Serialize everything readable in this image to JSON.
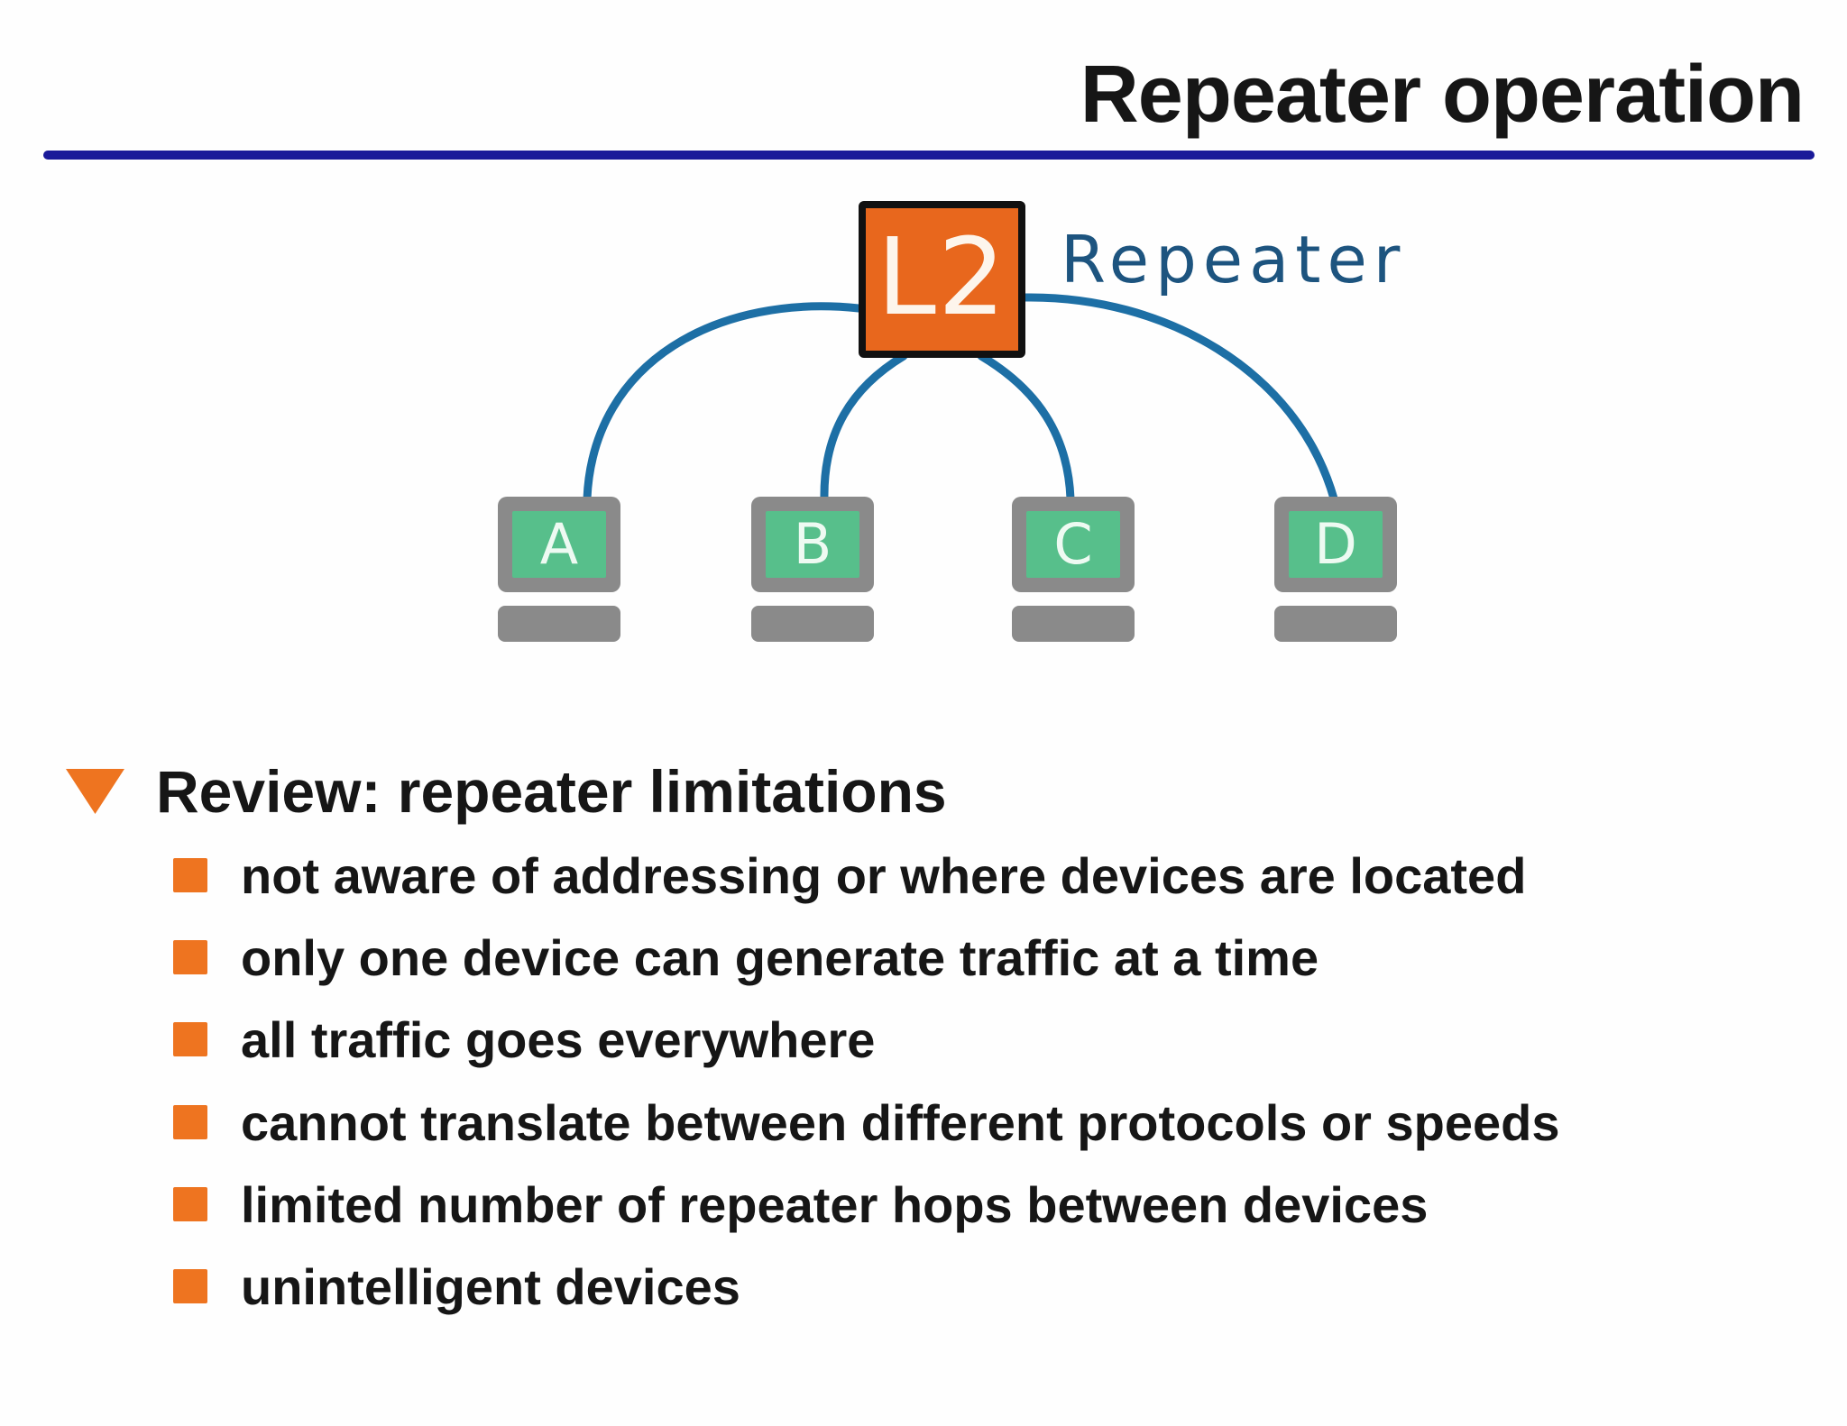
{
  "slide": {
    "title": "Repeater operation"
  },
  "diagram": {
    "hub": {
      "label": "L2",
      "caption": "Repeater"
    },
    "devices": [
      {
        "label": "A"
      },
      {
        "label": "B"
      },
      {
        "label": "C"
      },
      {
        "label": "D"
      }
    ]
  },
  "content": {
    "heading": "Review: repeater limitations",
    "bullets": [
      "not aware of addressing or where devices are located",
      "only one device can generate traffic at a time",
      "all traffic goes everywhere",
      "cannot translate between different protocols or speeds",
      "limited number of repeater hops between devices",
      "unintelligent devices"
    ]
  },
  "icons": {
    "heading_bullet": "triangle-down-icon",
    "list_bullet": "square-bullet-icon"
  },
  "colors": {
    "accent_orange": "#ee7420",
    "hub_fill": "#e8671d",
    "hub_border": "#111111",
    "cable_blue": "#1d6fa5",
    "caption_blue": "#1d547f",
    "rule_navy": "#1a1a99",
    "monitor_gray": "#8a8a8a",
    "screen_green": "#57bf8b",
    "screen_letter": "#eefaf2",
    "text_black": "#161616",
    "background": "#fefefe"
  }
}
